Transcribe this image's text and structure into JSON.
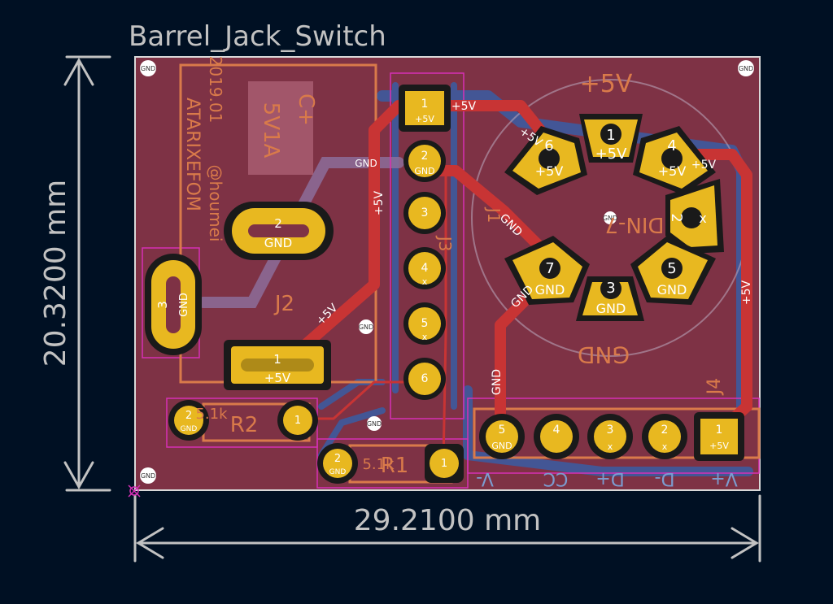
{
  "board": {
    "title": "Barrel_Jack_Switch",
    "width_dim": "29.2100 mm",
    "height_dim": "20.3200 mm"
  },
  "colors": {
    "background": "#001023",
    "board_fill": "#7e3245",
    "copper_front": "#c83434",
    "pad": "#e8b820",
    "dimension": "#c2c2c2",
    "silk_back": "#d97a4a",
    "courtyard": "#d630b5"
  },
  "silkscreen": {
    "back_text_vertical": "ATARIXEFOM",
    "back_text_handle": "@houmei",
    "back_text_num": "2019.01",
    "back_text_5v": "5V1A",
    "back_text_cplus": "C+",
    "back_gnd": "GND",
    "plus5v": "+5V",
    "j2_ref": "J2",
    "r2_ref": "R2",
    "r1_ref": "R1",
    "j4_ref": "J4",
    "r_value": "5.1k",
    "din_label": "DIN-7",
    "j1_ref": "J1",
    "j3_ref": "J3",
    "bottom_labels": [
      "V-",
      "CC",
      "D+",
      "D-",
      "V+"
    ]
  },
  "nets": {
    "gnd": "GND",
    "vcc": "+5V",
    "nc": "x"
  },
  "j2": {
    "pads": [
      {
        "num": "1",
        "net": "+5V"
      },
      {
        "num": "2",
        "net": "GND"
      },
      {
        "num": "3",
        "net": "GND"
      }
    ]
  },
  "j3": {
    "pads": [
      {
        "num": "1",
        "net": "+5V"
      },
      {
        "num": "2",
        "net": "GND"
      },
      {
        "num": "3",
        "net": ""
      },
      {
        "num": "4",
        "net": "x"
      },
      {
        "num": "5",
        "net": "x"
      },
      {
        "num": "6",
        "net": ""
      }
    ]
  },
  "din": {
    "pads": [
      {
        "num": "1",
        "net": "+5V"
      },
      {
        "num": "2",
        "net": "x"
      },
      {
        "num": "3",
        "net": "GND"
      },
      {
        "num": "4",
        "net": "+5V"
      },
      {
        "num": "5",
        "net": "GND"
      },
      {
        "num": "6",
        "net": "+5V"
      },
      {
        "num": "7",
        "net": "GND"
      }
    ]
  },
  "j4": {
    "pads": [
      {
        "num": "1",
        "net": "+5V"
      },
      {
        "num": "2",
        "net": "x"
      },
      {
        "num": "3",
        "net": "x"
      },
      {
        "num": "4",
        "net": ""
      },
      {
        "num": "5",
        "net": "GND"
      }
    ]
  },
  "r1": {
    "pads": [
      {
        "num": "1",
        "net": ""
      },
      {
        "num": "2",
        "net": "GND"
      }
    ]
  },
  "r2": {
    "pads": [
      {
        "num": "1",
        "net": ""
      },
      {
        "num": "2",
        "net": "GND"
      }
    ]
  }
}
